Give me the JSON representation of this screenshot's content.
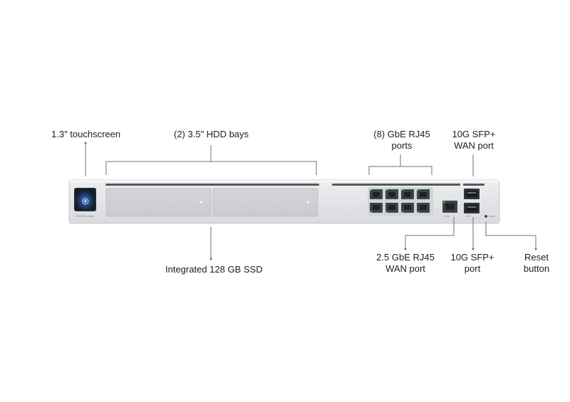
{
  "callouts": {
    "touchscreen": {
      "lines": [
        "1.3″ touchscreen"
      ]
    },
    "hdd_bays": {
      "lines": [
        "(2) 3.5\" HDD bays"
      ]
    },
    "gbe_ports": {
      "lines": [
        "(8) GbE RJ45",
        "ports"
      ]
    },
    "sfp_wan": {
      "lines": [
        "10G SFP+",
        "WAN port"
      ]
    },
    "ssd": {
      "lines": [
        "Integrated 128 GB SSD"
      ]
    },
    "wan_25": {
      "lines": [
        "2.5 GbE RJ45",
        "WAN port"
      ]
    },
    "sfp_port": {
      "lines": [
        "10G SFP+",
        "port"
      ]
    },
    "reset": {
      "lines": [
        "Reset",
        "button"
      ]
    }
  },
  "device": {
    "brand": "UDM Pro Max",
    "reset_label": "RESET",
    "wan_labels": [
      "WAN",
      "WAN"
    ],
    "status_led_color": "#2ecc40"
  },
  "colors": {
    "chassis": "#e6e7e9",
    "chassis_edge": "#cfd1d4",
    "bay": "#d9dadc",
    "screen": "#1c2733",
    "screen_glow": "#3b6fd1",
    "leader_line": "#707070"
  }
}
